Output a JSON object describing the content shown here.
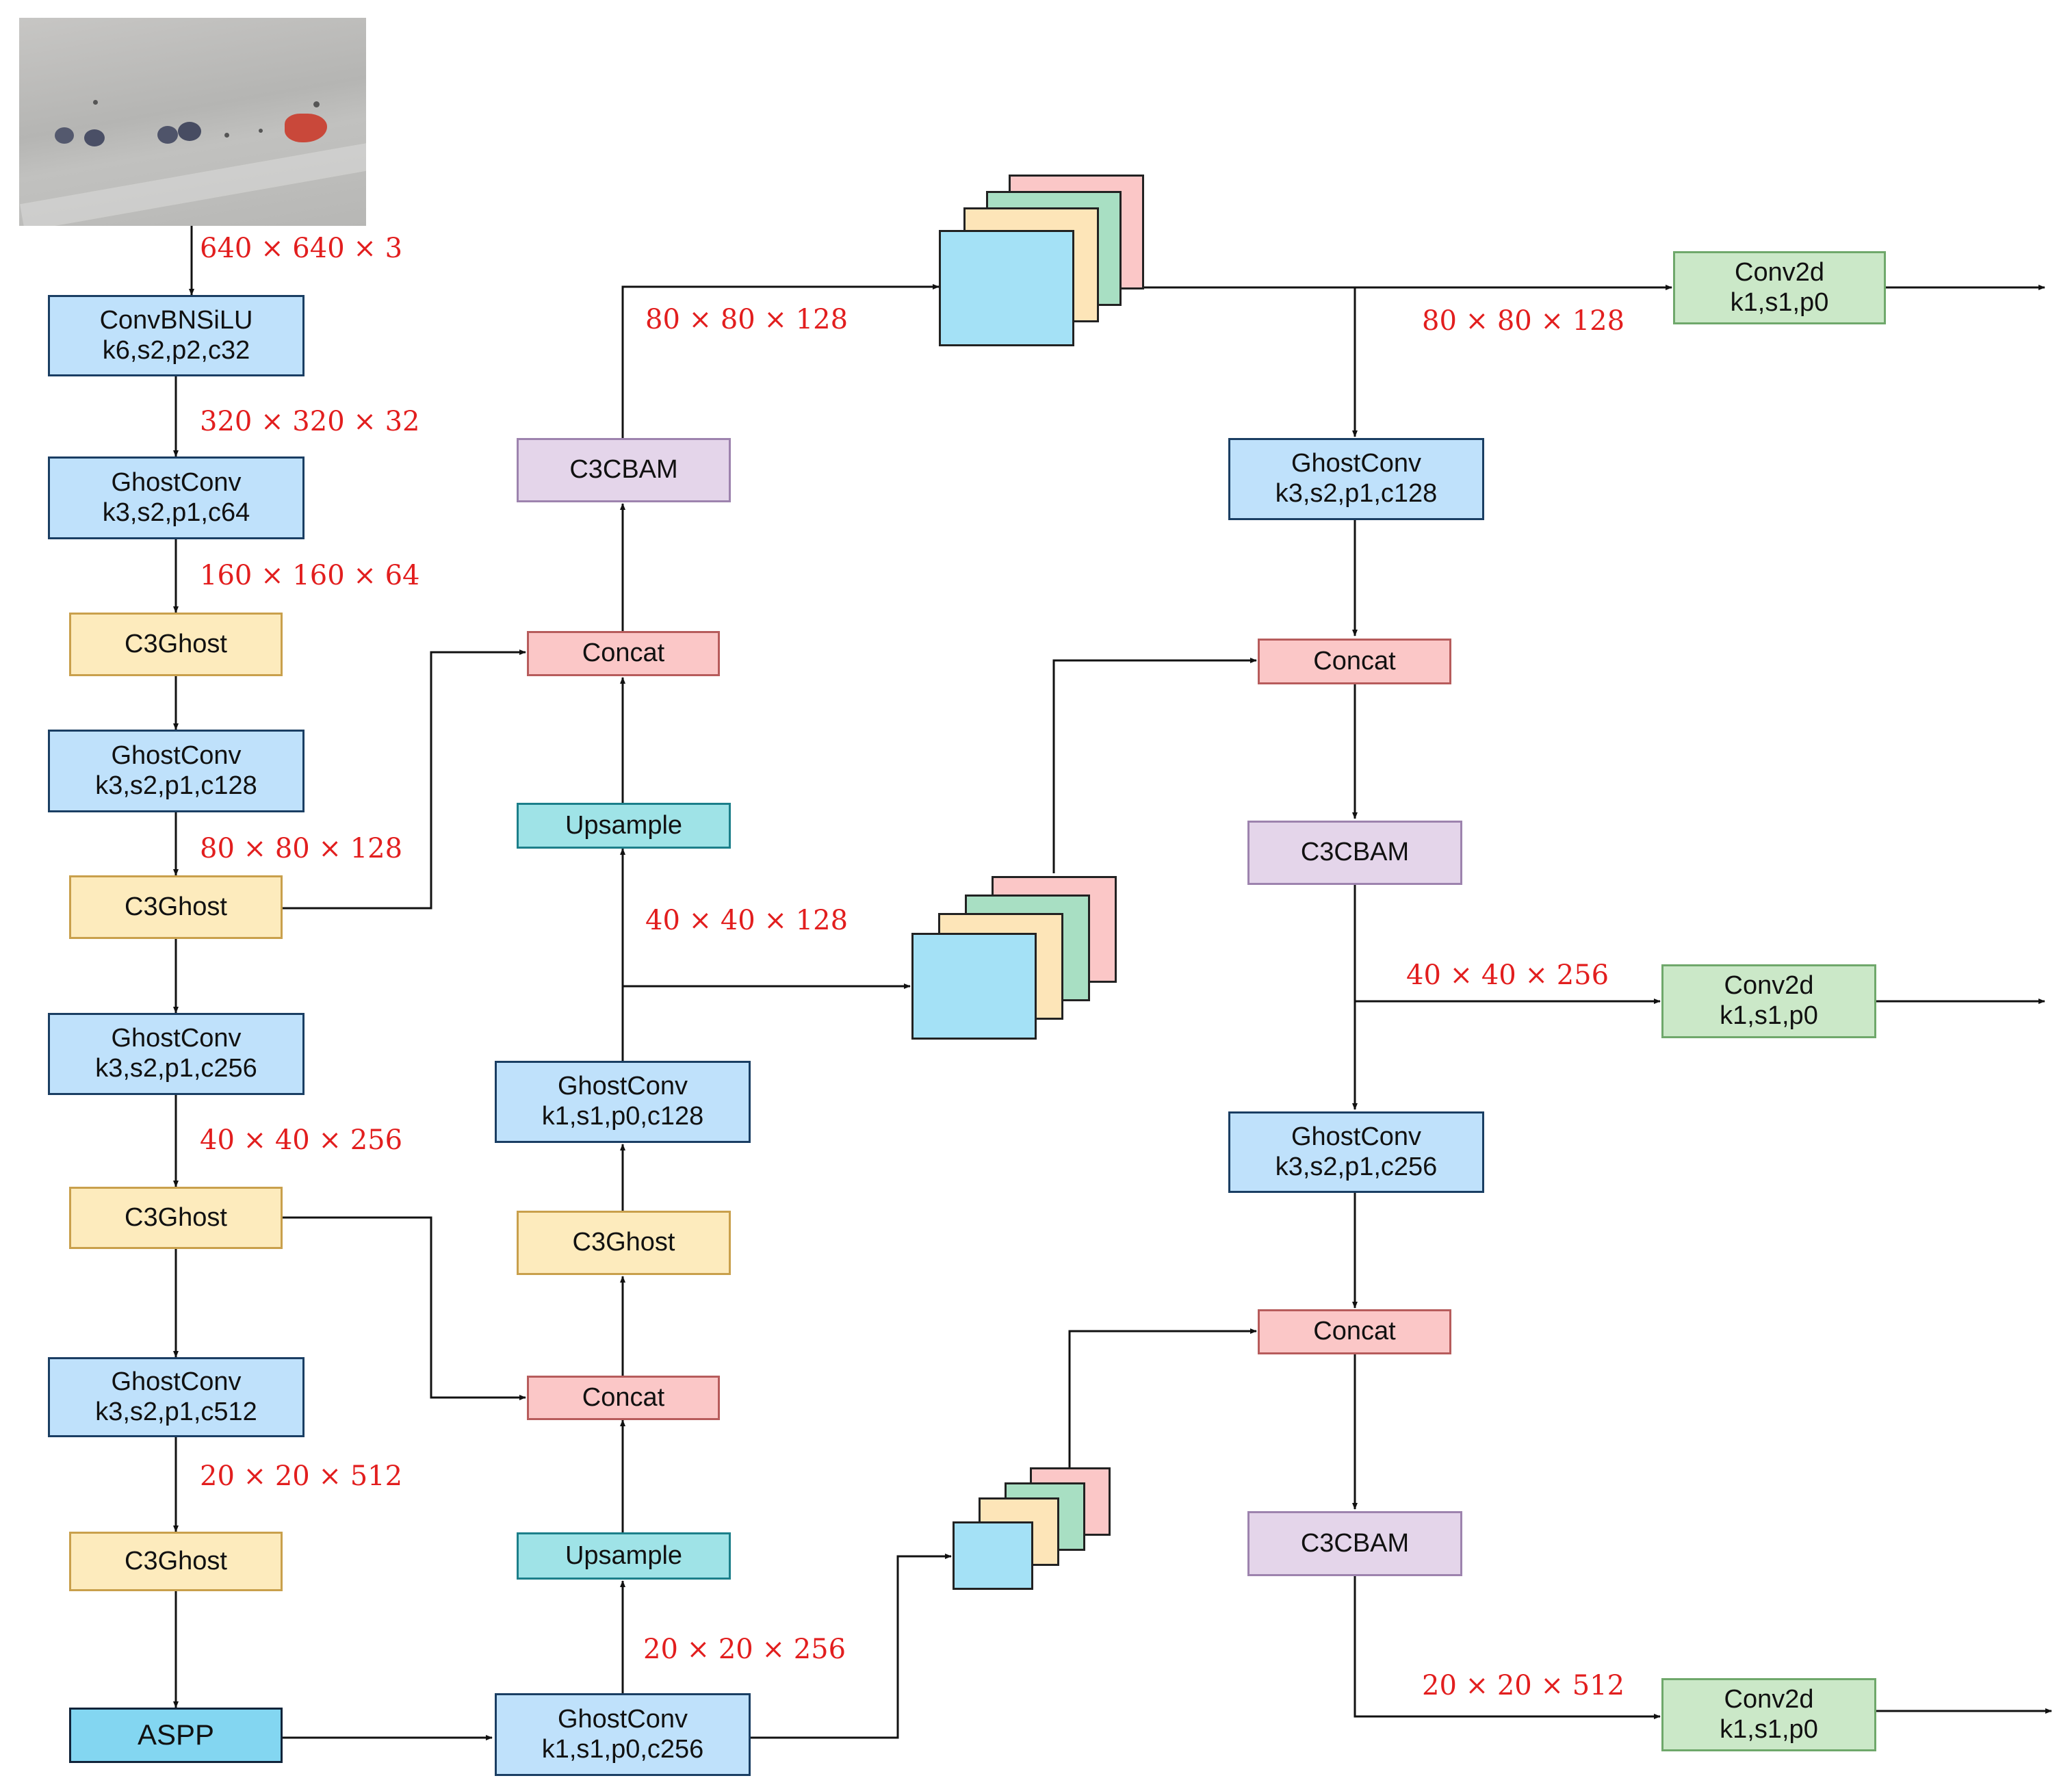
{
  "input": {
    "image_label": "input-image",
    "size": "640 × 640 × 3"
  },
  "backbone": {
    "conv_bn_silu": {
      "title": "ConvBNSiLU",
      "params": "k6,s2,p2,c32"
    },
    "ghost1": {
      "title": "GhostConv",
      "params": "k3,s2,p1,c64"
    },
    "c3ghost1": {
      "title": "C3Ghost"
    },
    "ghost2": {
      "title": "GhostConv",
      "params": "k3,s2,p1,c128"
    },
    "c3ghost2": {
      "title": "C3Ghost"
    },
    "ghost3": {
      "title": "GhostConv",
      "params": "k3,s2,p1,c256"
    },
    "c3ghost3": {
      "title": "C3Ghost"
    },
    "ghost4": {
      "title": "GhostConv",
      "params": "k3,s2,p1,c512"
    },
    "c3ghost4": {
      "title": "C3Ghost"
    },
    "aspp": {
      "title": "ASPP"
    },
    "dims": {
      "d1": "320 × 320 × 32",
      "d2": "160 × 160 × 64",
      "d3": "80 × 80 × 128",
      "d4": "40 × 40 × 256",
      "d5": "20 × 20 × 512"
    }
  },
  "neck": {
    "c3cbam": {
      "title": "C3CBAM"
    },
    "concat_top": {
      "title": "Concat"
    },
    "upsample_top": {
      "title": "Upsample"
    },
    "ghost_128": {
      "title": "GhostConv",
      "params": "k1,s1,p0,c128"
    },
    "c3ghost": {
      "title": "C3Ghost"
    },
    "concat_bottom": {
      "title": "Concat"
    },
    "upsample_bottom": {
      "title": "Upsample"
    },
    "ghost_256": {
      "title": "GhostConv",
      "params": "k1,s1,p0,c256"
    },
    "dims": {
      "top": "80 × 80 × 128",
      "mid": "40 × 40 × 128",
      "bottom": "20 × 20 × 256"
    }
  },
  "head": {
    "ghost_128": {
      "title": "GhostConv",
      "params": "k3,s2,p1,c128"
    },
    "concat1": {
      "title": "Concat"
    },
    "c3cbam1": {
      "title": "C3CBAM"
    },
    "ghost_256": {
      "title": "GhostConv",
      "params": "k3,s2,p1,c256"
    },
    "concat2": {
      "title": "Concat"
    },
    "c3cbam2": {
      "title": "C3CBAM"
    },
    "conv_top": {
      "title": "Conv2d",
      "params": "k1,s1,p0"
    },
    "conv_mid": {
      "title": "Conv2d",
      "params": "k1,s1,p0"
    },
    "conv_bottom": {
      "title": "Conv2d",
      "params": "k1,s1,p0"
    },
    "dims": {
      "top": "80 × 80 × 128",
      "mid": "40 × 40 × 256",
      "bottom": "20 × 20 × 512"
    }
  },
  "colors": {
    "conv": "#bfe1fb",
    "c3ghost": "#fdebbd",
    "c3cbam": "#e4d5ea",
    "concat": "#fbc7c7",
    "upsample": "#9fe3e7",
    "conv2d": "#cbe8c8",
    "aspp": "#83d6f1",
    "dimension_text": "#e21e1e",
    "feature_map_stack": [
      "#fbc7c7",
      "#a8dfc3",
      "#fde5b8",
      "#a4e1f6"
    ]
  }
}
